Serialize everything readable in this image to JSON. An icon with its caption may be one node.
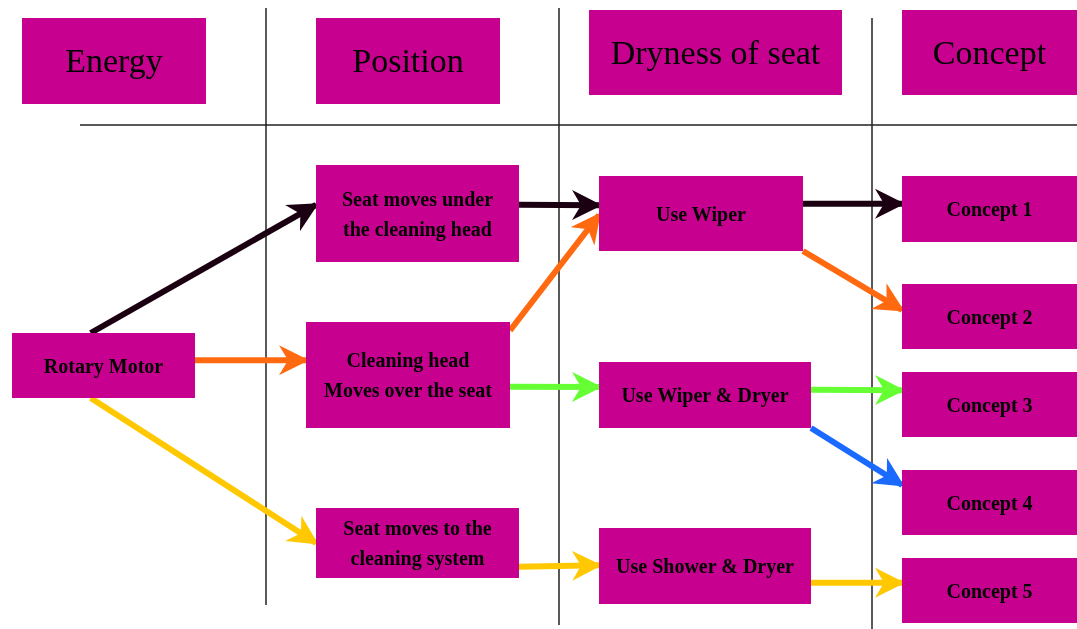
{
  "diagram": {
    "nodes": [
      {
        "text": [
          "Energy"
        ]
      },
      {
        "text": [
          "Position"
        ]
      },
      {
        "text": [
          "Dryness of seat"
        ]
      },
      {
        "text": [
          "Concept"
        ]
      },
      {
        "text": [
          "Rotary Motor"
        ]
      },
      {
        "text": [
          "Seat moves under the cleaning head"
        ]
      },
      {
        "text": [
          "Cleaning head Moves over the seat"
        ]
      },
      {
        "text": [
          "Seat moves to the cleaning system"
        ]
      },
      {
        "text": [
          "Use Wiper"
        ]
      },
      {
        "text": [
          "Use Wiper & Dryer"
        ]
      },
      {
        "text": [
          "Use Shower & Dryer"
        ]
      },
      {
        "text": [
          "Concept 1"
        ]
      },
      {
        "text": [
          "Concept 2"
        ]
      },
      {
        "text": [
          "Concept 3"
        ]
      },
      {
        "text": [
          "Concept 4"
        ]
      },
      {
        "text": [
          "Concept 5"
        ]
      }
    ],
    "edges": [
      {
        "from": 4,
        "to": 5,
        "arrow": "to",
        "color": "#1a0010"
      },
      {
        "from": 4,
        "to": 6,
        "arrow": "to",
        "color": "#ff6a10"
      },
      {
        "from": 4,
        "to": 7,
        "arrow": "to",
        "color": "#ffc800"
      },
      {
        "from": 5,
        "to": 8,
        "arrow": "to",
        "color": "#1a0010"
      },
      {
        "from": 6,
        "to": 8,
        "arrow": "to",
        "color": "#ff6a10"
      },
      {
        "from": 6,
        "to": 9,
        "arrow": "to",
        "color": "#66ff33"
      },
      {
        "from": 7,
        "to": 10,
        "arrow": "to",
        "color": "#ffc800"
      },
      {
        "from": 8,
        "to": 11,
        "arrow": "to",
        "color": "#1a0010"
      },
      {
        "from": 8,
        "to": 12,
        "arrow": "to",
        "color": "#ff6a10"
      },
      {
        "from": 9,
        "to": 13,
        "arrow": "to",
        "color": "#66ff33"
      },
      {
        "from": 9,
        "to": 14,
        "arrow": "to",
        "color": "#1a6aff"
      },
      {
        "from": 10,
        "to": 15,
        "arrow": "to",
        "color": "#ffc800"
      }
    ]
  }
}
